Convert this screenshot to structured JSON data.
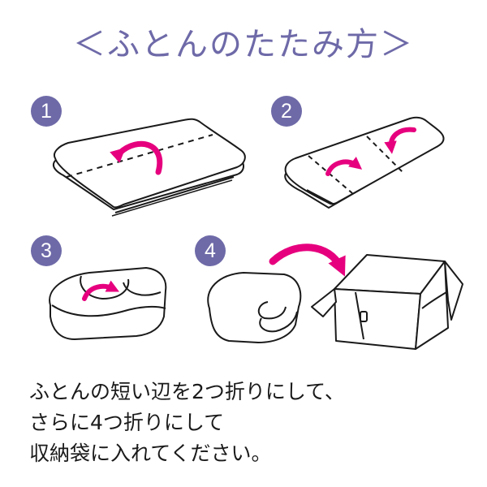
{
  "title": "＜ふとんのたたみ方＞",
  "steps": [
    {
      "number": "1",
      "icon": "futon-fold-in-half-lengthwise-illustration"
    },
    {
      "number": "2",
      "icon": "futon-fold-in-quarters-illustration"
    },
    {
      "number": "3",
      "icon": "futon-fold-again-illustration"
    },
    {
      "number": "4",
      "icon": "futon-into-storage-bag-illustration"
    }
  ],
  "instructions": {
    "line1": "ふとんの短い辺を2つ折りにして、",
    "line2": "さらに4つ折りにして",
    "line3": "収納袋に入れてください。"
  },
  "colors": {
    "accent": "#6e6aa8",
    "arrow": "#e6007e",
    "line": "#1a1a1a"
  }
}
